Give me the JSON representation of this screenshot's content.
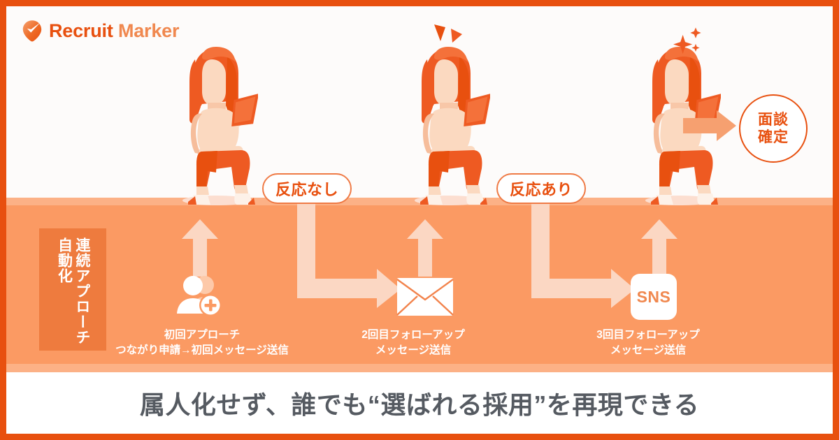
{
  "brand": {
    "logo_icon": "pin-check-icon",
    "name_part1": "Recruit",
    "name_part2": "Marker",
    "accent": "#e8500f",
    "accent_light": "#f0884f"
  },
  "colors": {
    "border": "#e8500f",
    "band": "#fb9a63",
    "band_edge": "#fcb186",
    "label_box": "#ee7b3e",
    "arrow": "#fbd7c3",
    "white": "#ffffff",
    "tagline_text": "#555a61"
  },
  "side_label": {
    "line_right": "連続アプローチ",
    "line_left": "自動化"
  },
  "steps": [
    {
      "icon": "person-add-icon",
      "caption_line1": "初回アプローチ",
      "caption_line2": "つながり申請→初回メッセージ送信"
    },
    {
      "icon": "envelope-icon",
      "caption_line1": "2回目フォローアップ",
      "caption_line2": "メッセージ送信"
    },
    {
      "icon": "sns-box-icon",
      "icon_label": "SNS",
      "caption_line1": "3回目フォローアップ",
      "caption_line2": "メッセージ送信"
    }
  ],
  "branch_badges": [
    {
      "label": "反応なし"
    },
    {
      "label": "反応あり"
    }
  ],
  "result": {
    "line1": "面談",
    "line2": "確定"
  },
  "figures": [
    {
      "name": "walking-woman-with-tablet",
      "decoration": "none"
    },
    {
      "name": "walking-woman-with-tablet",
      "decoration": "notification-marks"
    },
    {
      "name": "walking-woman-with-tablet",
      "decoration": "sparkles"
    }
  ],
  "tagline": "属人化せず、誰でも“選ばれる採用”を再現できる"
}
